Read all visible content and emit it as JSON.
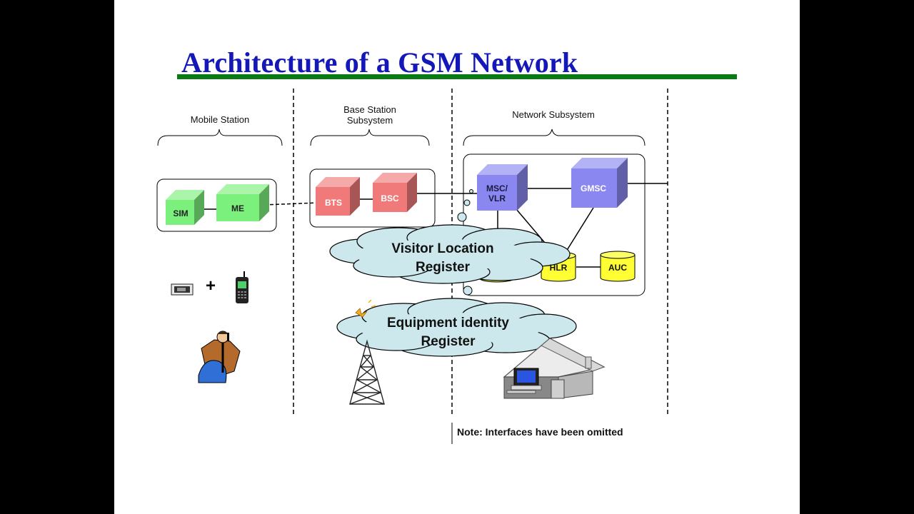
{
  "title": "Architecture of  a GSM Network",
  "groups": {
    "mobile_station": "Mobile Station",
    "bss_line1": "Base Station",
    "bss_line2": "Subsystem",
    "network_subsystem": "Network Subsystem"
  },
  "nodes": {
    "sim": "SIM",
    "me": "ME",
    "bts": "BTS",
    "bsc": "BSC",
    "msc_line1": "MSC/",
    "msc_line2": "VLR",
    "gmsc": "GMSC",
    "hlr": "HLR",
    "auc": "AUC"
  },
  "callouts": {
    "vlr_line1": "Visitor Location",
    "vlr_line2": "Register",
    "eir_line1": "Equipment identity",
    "eir_line2": "Register"
  },
  "plus_sign": "+",
  "note": "Note: Interfaces have been omitted",
  "colors": {
    "title": "#1518b8",
    "title_underline": "#0a7a14",
    "mobile_station_boxes": "#7cf07c",
    "bss_boxes": "#f07a7a",
    "network_boxes": "#8a88f0",
    "databases": "#ffff33",
    "callout_cloud": "#cce8ec"
  }
}
